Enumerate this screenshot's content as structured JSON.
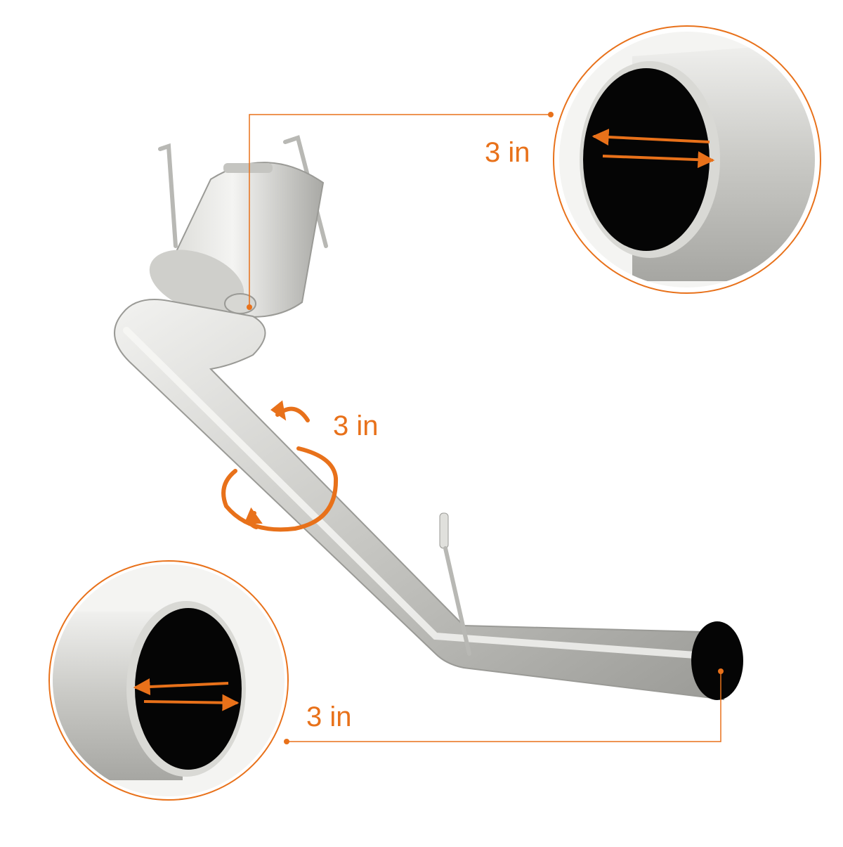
{
  "colors": {
    "accent": "#e8711a",
    "steel_light": "#e8e8e6",
    "steel_mid": "#bdbdb9",
    "steel_dark": "#8c8c88",
    "bore": "#050505",
    "background": "#ffffff"
  },
  "labels": {
    "top_detail": "3 in",
    "pipe_circumference": "3 in",
    "bottom_detail": "3 in"
  }
}
